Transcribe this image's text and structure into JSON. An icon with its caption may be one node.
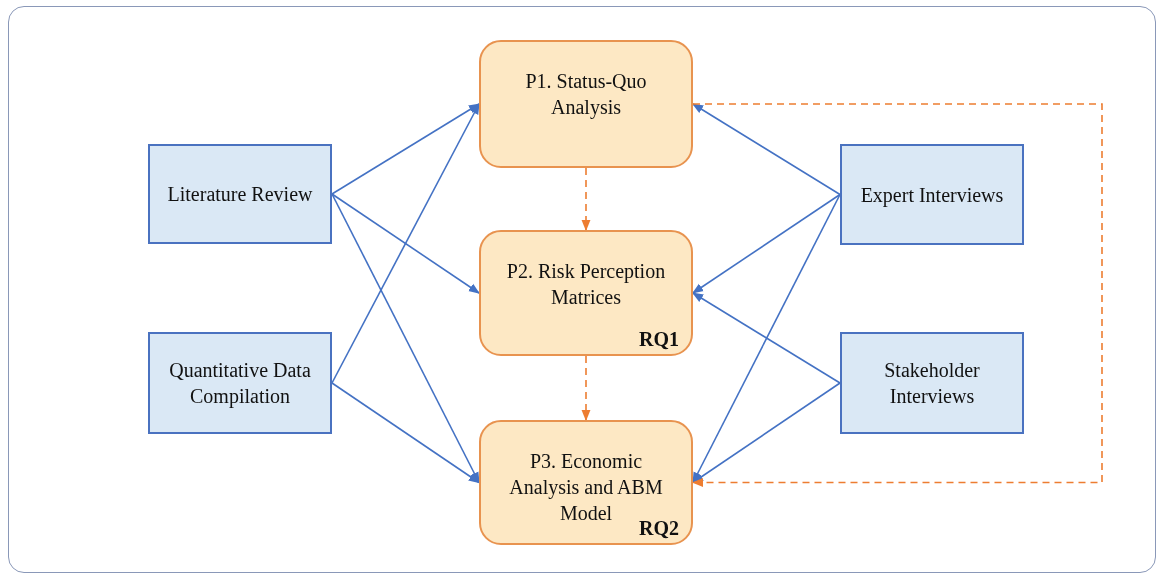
{
  "diagram": {
    "nodes": [
      {
        "text": [
          "Literature Review"
        ]
      },
      {
        "text": [
          "Quantitative Data Compilation"
        ]
      },
      {
        "text": [
          "P1. Status-Quo Analysis"
        ]
      },
      {
        "text": [
          "P2. Risk Perception Matrices",
          "RQ1"
        ]
      },
      {
        "text": [
          "P3. Economic Analysis and ABM Model",
          "RQ2"
        ]
      },
      {
        "text": [
          "Expert Interviews"
        ]
      },
      {
        "text": [
          "Stakeholder Interviews"
        ]
      }
    ],
    "edges": [
      {
        "from": 0,
        "to": 2,
        "arrow": "to"
      },
      {
        "from": 0,
        "to": 3,
        "arrow": "to"
      },
      {
        "from": 0,
        "to": 4,
        "arrow": "to"
      },
      {
        "from": 1,
        "to": 2,
        "arrow": "to"
      },
      {
        "from": 1,
        "to": 4,
        "arrow": "to"
      },
      {
        "from": 5,
        "to": 2,
        "arrow": "to"
      },
      {
        "from": 5,
        "to": 3,
        "arrow": "to"
      },
      {
        "from": 5,
        "to": 4,
        "arrow": "to"
      },
      {
        "from": 6,
        "to": 3,
        "arrow": "to"
      },
      {
        "from": 6,
        "to": 4,
        "arrow": "to"
      },
      {
        "from": 2,
        "to": 3,
        "arrow": "to",
        "style": "dashed",
        "color": "#ed7d31"
      },
      {
        "from": 3,
        "to": 4,
        "arrow": "to",
        "style": "dashed",
        "color": "#ed7d31"
      },
      {
        "from": 2,
        "to": 4,
        "arrow": "to",
        "style": "dashed",
        "color": "#ed7d31"
      }
    ]
  }
}
